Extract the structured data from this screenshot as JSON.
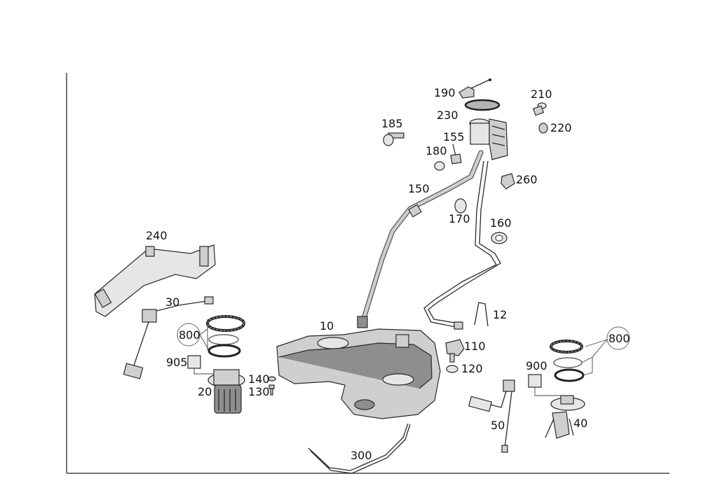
{
  "diagram": {
    "callouts": {
      "c10": "10",
      "c12": "12",
      "c20": "20",
      "c30": "30",
      "c40": "40",
      "c50": "50",
      "c110": "110",
      "c120": "120",
      "c130": "130",
      "c140": "140",
      "c150": "150",
      "c155": "155",
      "c160": "160",
      "c170": "170",
      "c180": "180",
      "c185": "185",
      "c190": "190",
      "c210": "210",
      "c220": "220",
      "c230": "230",
      "c240": "240",
      "c260": "260",
      "c300": "300",
      "c800a": "800",
      "c800b": "800",
      "c900": "900",
      "c905": "905"
    }
  }
}
